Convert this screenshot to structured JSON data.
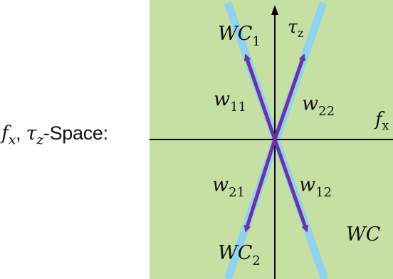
{
  "space_label": {
    "f": "f",
    "f_sub": "x",
    "comma": ", ",
    "tau": "τ",
    "tau_sub": "z",
    "suffix": "-Space:"
  },
  "axes": {
    "x_label": "f",
    "x_label_sub": "x",
    "y_label": "τ",
    "y_label_sub": "z"
  },
  "regions": {
    "wc1": {
      "main": "WC",
      "sub": "1"
    },
    "wc2": {
      "main": "WC",
      "sub": "2"
    },
    "wc_right": {
      "main": "WC",
      "sub": ""
    }
  },
  "wrenches": {
    "w11": {
      "main": "w",
      "sub": "11"
    },
    "w22": {
      "main": "w",
      "sub": "22"
    },
    "w21": {
      "main": "w",
      "sub": "21"
    },
    "w12": {
      "main": "w",
      "sub": "12"
    }
  },
  "colors": {
    "background": "#c6dfa3",
    "cone_edge": "#8fd3ee",
    "wrench_arrow": "#7030a0",
    "axis": "#000000"
  }
}
